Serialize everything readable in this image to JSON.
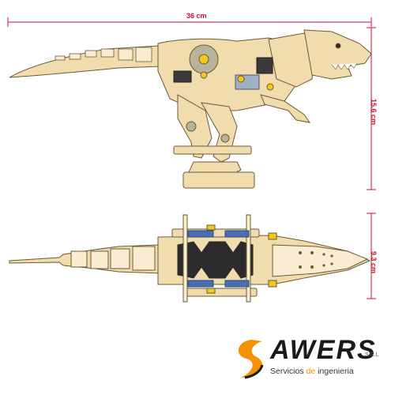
{
  "dimensions": {
    "width_label": "36 cm",
    "height_label": "15.6 cm",
    "depth_label": "9.3 cm"
  },
  "brand": {
    "name": "AWERS",
    "suffix": "S.R.L",
    "tagline_before": "Servicios ",
    "tagline_de": "de",
    "tagline_after": " ingenieria"
  },
  "colors": {
    "wood": "#f1dcae",
    "wood_stroke": "#6a5a3a",
    "dimension_red": "#c8102e",
    "gear_gray": "#b9b39c",
    "brand_orange": "#f39200",
    "blue_part": "#4a6fb0",
    "yellow_part": "#f2c81c"
  },
  "views": [
    "side-view",
    "top-view"
  ]
}
